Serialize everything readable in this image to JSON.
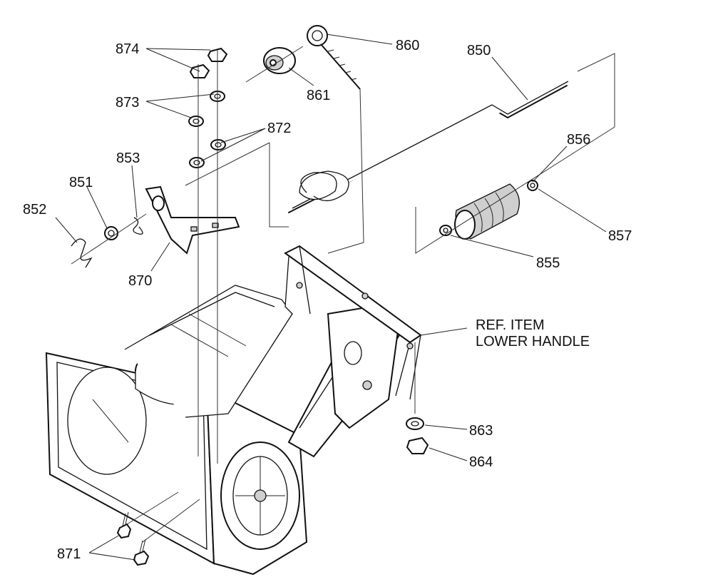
{
  "labels": {
    "p874": "874",
    "p873": "873",
    "p872": "872",
    "p853": "853",
    "p851": "851",
    "p852": "852",
    "p870": "870",
    "p860": "860",
    "p861": "861",
    "p850": "850",
    "p856": "856",
    "p857": "857",
    "p855": "855",
    "p863": "863",
    "p864": "864",
    "p871": "871",
    "ref_line1": "REF. ITEM",
    "ref_line2": "LOWER HANDLE"
  }
}
